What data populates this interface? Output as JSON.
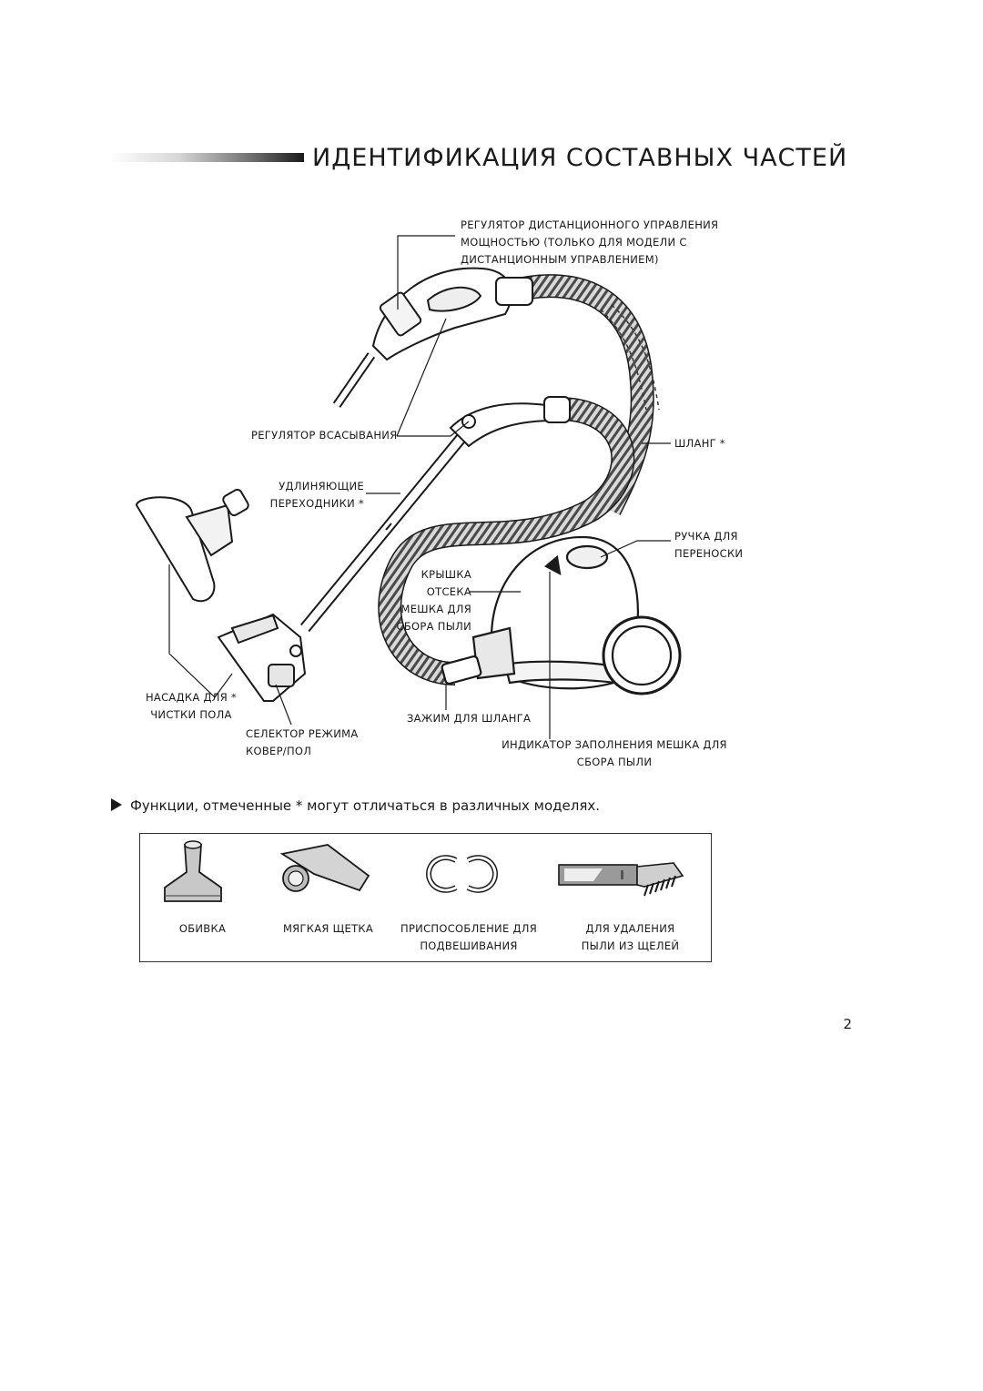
{
  "header": {
    "title": "ИДЕНТИФИКАЦИЯ СОСТАВНЫХ ЧАСТЕЙ"
  },
  "diagram_labels": {
    "remote_control": [
      "РЕГУЛЯТОР ДИСТАНЦИОННОГО УПРАВЛЕНИЯ",
      "МОЩНОСТЬЮ (ТОЛЬКО ДЛЯ МОДЕЛИ С",
      "ДИСТАНЦИОННЫМ УПРАВЛЕНИЕМ)"
    ],
    "suction_regulator": "РЕГУЛЯТОР ВСАСЫВАНИЯ",
    "hose": "ШЛАНГ *",
    "extension_tubes": [
      "УДЛИНЯЮЩИЕ",
      "ПЕРЕХОДНИКИ *"
    ],
    "carry_handle": [
      "РУЧКА ДЛЯ",
      "ПЕРЕНОСКИ"
    ],
    "bag_cover": [
      "КРЫШКА",
      "ОТСЕКА",
      "МЕШКА ДЛЯ",
      "СБОРА ПЫЛИ"
    ],
    "floor_nozzle": [
      "НАСАДКА ДЛЯ *",
      "ЧИСТКИ ПОЛА"
    ],
    "hose_clamp": "ЗАЖИМ ДЛЯ ШЛАНГА",
    "mode_selector": [
      "СЕЛЕКТОР РЕЖИМА",
      "КОВЕР/ПОЛ"
    ],
    "bag_indicator": [
      "ИНДИКАТОР ЗАПОЛНЕНИЯ МЕШКА ДЛЯ",
      "СБОРА ПЫЛИ"
    ]
  },
  "note": {
    "text": "Функции, отмеченные * могут отличаться в различных моделях."
  },
  "accessories": [
    {
      "lines": [
        "ОБИВКА"
      ],
      "icon": "upholstery-tool-icon"
    },
    {
      "lines": [
        "МЯГКАЯ ЩЕТКА"
      ],
      "icon": "soft-brush-icon"
    },
    {
      "lines": [
        "ПРИСПОСОБЛЕНИЕ ДЛЯ",
        "ПОДВЕШИВАНИЯ"
      ],
      "icon": "hanging-clip-icon"
    },
    {
      "lines": [
        "ДЛЯ УДАЛЕНИЯ",
        "ПЫЛИ ИЗ ЩЕЛЕЙ"
      ],
      "icon": "crevice-tool-icon"
    }
  ],
  "page_number": "2"
}
